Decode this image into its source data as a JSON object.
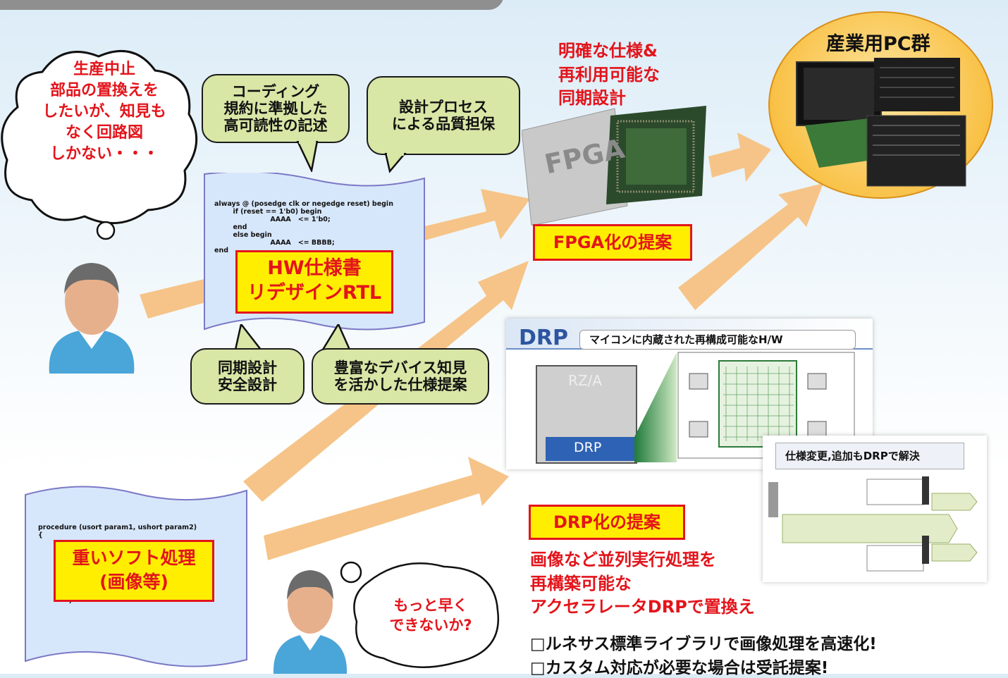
{
  "header_bubble_left": "生産中止\n部品の置換えを\nしたいが、知見も\nなく回路図\nしかない・・・",
  "bubble_coding": "コーディング\n規約に準拠した\n高可読性の記述",
  "bubble_process": "設計プロセス\nによる品質担保",
  "bubble_sync": "同期設計\n安全設計",
  "bubble_device": "豊富なデバイス知見\nを活かした仕様提案",
  "rtl_code": "always @ (posedge clk or negedge reset) begin\n        if (reset == 1'b0) begin\n                        AAAA   <= 1'b0;\n        end\n        else begin\n                        AAAA   <= BBBB;\nend",
  "hw_label": "HW仕様書\nリデザインRTL",
  "fpga_caption": "明確な仕様&\n再利用可能な\n同期設計",
  "fpga_chip_text": "FPGA",
  "fpga_label": "FPGA化の提案",
  "pc_title": "産業用PC群",
  "drp_title_badge": "DRP",
  "drp_title_text": "マイコンに内蔵された再構成可能なH/W",
  "drp_rz_label": "RZ/A",
  "drp_block_label": "DRP",
  "drp_sub_title": "仕様変更,追加もDRPで解決",
  "drp_label": "DRP化の提案",
  "drp_caption": "画像など並列実行処理を\n再構築可能な\nアクセラレータDRPで置換え",
  "sw_code": "procedure (usort param1, ushort param2)\n{",
  "sw_code_end": ";",
  "sw_label": "重いソフト処理\n(画像等)",
  "bubble_faster": "もっと早く\nできないか?",
  "bullet_1": "□ルネサス標準ライブラリで画像処理を高速化!",
  "bullet_2": "□カスタム対応が必要な場合は受託提案!",
  "colors": {
    "arrow": "#f6c488",
    "red": "#e3141b",
    "yellow": "#ffee00",
    "green_bubble": "#d8e6a6",
    "pc_circle": "#f9b83a"
  }
}
